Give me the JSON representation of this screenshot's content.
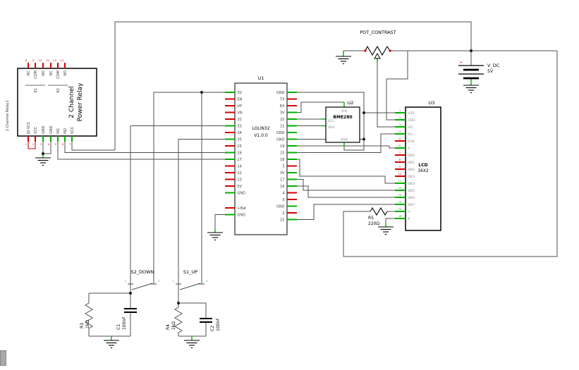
{
  "schematic": {
    "colors": {
      "wire": "#4f4f4f",
      "pin_connected": "#00b000",
      "pin_open": "#d40000",
      "outline": "#000000",
      "junction": "#1a1a1a"
    },
    "relay": {
      "ref": "2 Channel Relay1",
      "title_line1": "2 Channel",
      "title_line2": "Power Relay",
      "groups": [
        "K1",
        "K2"
      ],
      "top_pins": [
        "NC",
        "COM",
        "NO",
        "NC",
        "COM",
        "NO"
      ],
      "top_numbers": [
        "8",
        "9",
        "10",
        "11",
        "12",
        "13"
      ],
      "bottom_pins": [
        "JD-VCC",
        "VCC",
        "GND",
        "GND",
        "IN1",
        "IN2",
        "VCC"
      ],
      "bottom_numbers": [
        "1",
        "2",
        "3",
        "4",
        "5",
        "6",
        "7"
      ],
      "bottom_states": [
        0,
        0,
        1,
        1,
        1,
        1,
        1
      ]
    },
    "u1": {
      "ref": "U1",
      "name": "LOLIN32",
      "version": "V1.0.0",
      "left_pins": [
        "3V",
        "EN",
        "VP",
        "VN",
        "32",
        "33",
        "34",
        "35",
        "25",
        "26",
        "27",
        "14",
        "12",
        "13",
        "5V",
        "GND",
        "+Bat",
        "GND"
      ],
      "left_states": [
        1,
        0,
        0,
        0,
        0,
        1,
        0,
        1,
        0,
        1,
        1,
        0,
        0,
        0,
        0,
        1,
        0,
        1
      ],
      "right_pins": [
        "GND",
        "TX",
        "RX",
        "3V",
        "22",
        "21",
        "GND",
        "GND",
        "19",
        "23",
        "18",
        "5",
        "3V",
        "17",
        "16",
        "4",
        "0",
        "GND",
        "2",
        "15"
      ],
      "right_states": [
        1,
        0,
        0,
        1,
        1,
        1,
        1,
        1,
        1,
        1,
        1,
        0,
        1,
        1,
        1,
        0,
        0,
        1,
        0,
        1
      ]
    },
    "u2": {
      "ref": "U2",
      "name": "BME280",
      "pin_vin": "VIN",
      "pin_scl": "SCL",
      "pin_sda": "SDA",
      "pin_gnd": "GND"
    },
    "u3": {
      "ref": "U3",
      "name": "LCD",
      "subtitle": "16X2",
      "pins": [
        "VSS",
        "VDD",
        "VO",
        "RS",
        "R/W",
        "E",
        "DB0",
        "DB1",
        "DB2",
        "DB3",
        "DB4",
        "DB5",
        "DB6",
        "DB7",
        "A",
        "K"
      ],
      "numbers": [
        "1",
        "2",
        "3",
        "4",
        "5",
        "6",
        "7",
        "8",
        "9",
        "10",
        "11",
        "12",
        "13",
        "14",
        "15",
        "16"
      ],
      "states": [
        1,
        1,
        1,
        1,
        0,
        1,
        0,
        0,
        0,
        0,
        1,
        1,
        1,
        1,
        1,
        1
      ]
    },
    "pot": {
      "label": "POT_CONTRAST"
    },
    "vdc": {
      "ref": "V_DC",
      "value": "5V",
      "plus": "+"
    },
    "resistors": {
      "r3": {
        "ref": "R3",
        "value": "1kΩ"
      },
      "r4": {
        "ref": "R4",
        "value": "1kΩ"
      },
      "r5": {
        "ref": "R5",
        "value": "220Ω"
      }
    },
    "capacitors": {
      "c1": {
        "ref": "C1",
        "value": "100nF"
      },
      "c2": {
        "ref": "C2",
        "value": "100nF"
      }
    },
    "switches": {
      "s2": {
        "label": "S2_DOWN"
      },
      "s1": {
        "label": "S1_UP"
      },
      "pin_numbers": [
        "1",
        "2"
      ]
    }
  }
}
